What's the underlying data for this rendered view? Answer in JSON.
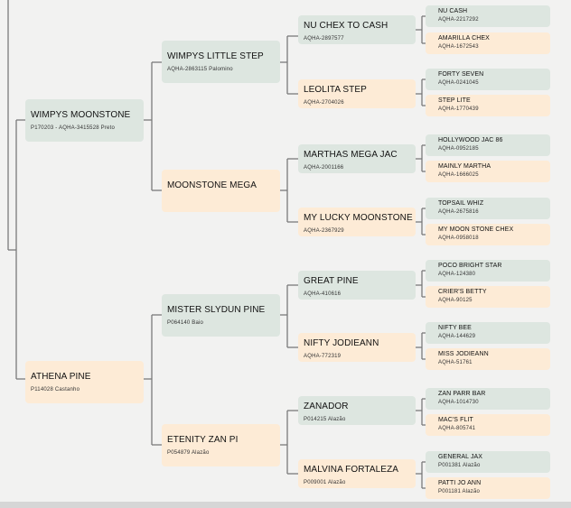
{
  "pedigree": {
    "sire": {
      "name": "WIMPYS MOONSTONE",
      "reg": "P170203 - AQHA-3415528 Preto",
      "sire": {
        "name": "WIMPYS LITTLE STEP",
        "reg": "AQHA-2863115 Palomino",
        "sire": {
          "name": "NU CHEX TO CASH",
          "reg": "AQHA-2897577",
          "sire": {
            "name": "NU CASH",
            "reg": "AQHA-2217292"
          },
          "dam": {
            "name": "AMARILLA CHEX",
            "reg": "AQHA-1672543"
          }
        },
        "dam": {
          "name": "LEOLITA STEP",
          "reg": "AQHA-2704026",
          "sire": {
            "name": "FORTY SEVEN",
            "reg": "AQHA-0241045"
          },
          "dam": {
            "name": "STEP LITE",
            "reg": "AQHA-1770439"
          }
        }
      },
      "dam": {
        "name": "MOONSTONE MEGA",
        "reg": "",
        "sire": {
          "name": "MARTHAS MEGA JAC",
          "reg": "AQHA-2001166",
          "sire": {
            "name": "HOLLYWOOD JAC 86",
            "reg": "AQHA-0952185"
          },
          "dam": {
            "name": "MAINLY MARTHA",
            "reg": "AQHA-1666025"
          }
        },
        "dam": {
          "name": "MY LUCKY MOONSTONE",
          "reg": "AQHA-2367929",
          "sire": {
            "name": "TOPSAIL WHIZ",
            "reg": "AQHA-2675816"
          },
          "dam": {
            "name": "MY MOON STONE CHEX",
            "reg": "AQHA-0958018"
          }
        }
      }
    },
    "dam": {
      "name": "ATHENA PINE",
      "reg": "P114028 Castanho",
      "sire": {
        "name": "MISTER SLYDUN PINE",
        "reg": "P064140 Baio",
        "sire": {
          "name": "GREAT PINE",
          "reg": "AQHA-410616",
          "sire": {
            "name": "POCO BRIGHT STAR",
            "reg": "AQHA-124380"
          },
          "dam": {
            "name": "CRIER'S BETTY",
            "reg": "AQHA-90125"
          }
        },
        "dam": {
          "name": "NIFTY JODIEANN",
          "reg": "AQHA-772319",
          "sire": {
            "name": "NIFTY BEE",
            "reg": "AQHA-144629"
          },
          "dam": {
            "name": "MISS JODIEANN",
            "reg": "AQHA-51761"
          }
        }
      },
      "dam": {
        "name": "ETENITY ZAN PI",
        "reg": "P054879 Alazão",
        "sire": {
          "name": "ZANADOR",
          "reg": "P014215 Alazão",
          "sire": {
            "name": "ZAN PARR BAR",
            "reg": "AQHA-1014730"
          },
          "dam": {
            "name": "MAC'S FLIT",
            "reg": "AQHA-805741"
          }
        },
        "dam": {
          "name": "MALVINA FORTALEZA",
          "reg": "P009001 Alazão",
          "sire": {
            "name": "GENERAL JAX",
            "reg": "P001381 Alazão"
          },
          "dam": {
            "name": "PATTI JO ANN",
            "reg": "P001181 Alazão"
          }
        }
      }
    }
  },
  "colors": {
    "male_box": "#dde6e0",
    "female_box": "#fdebd6",
    "connector": "#7a7a7a",
    "background": "#f2f2f1"
  }
}
